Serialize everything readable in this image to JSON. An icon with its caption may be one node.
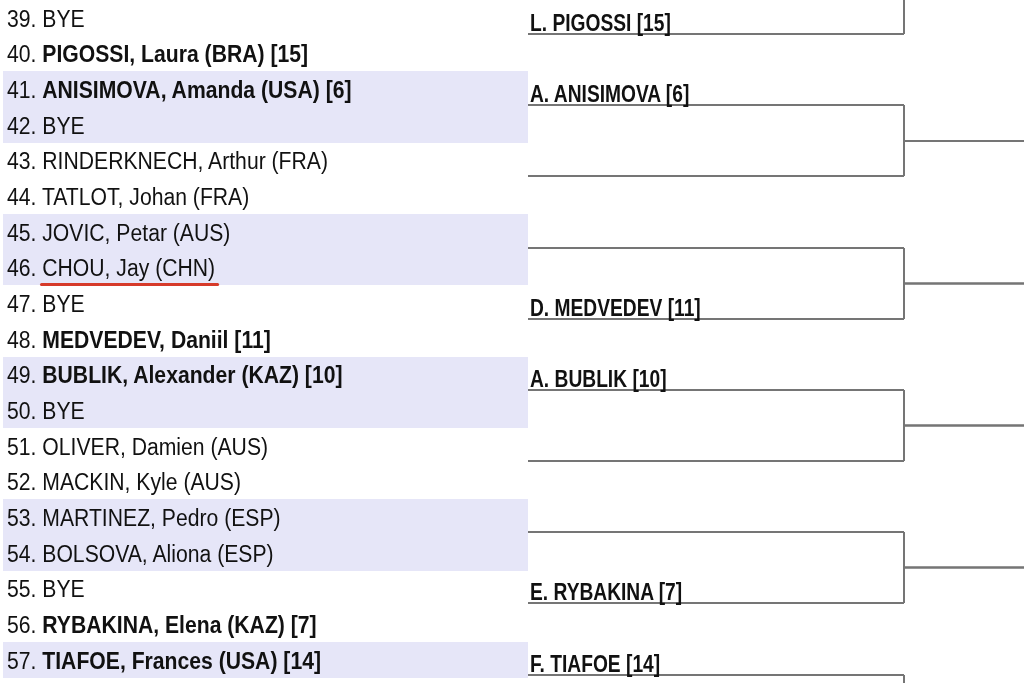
{
  "diagram": {
    "nodes": [
      {
        "text": [
          "L. PIGOSSI [15]"
        ]
      },
      {
        "text": [
          "A. ANISIMOVA [6]"
        ]
      },
      {
        "text": [],
        "shape": "line"
      },
      {
        "text": [],
        "shape": "line"
      },
      {
        "text": [
          "D. MEDVEDEV [11]"
        ]
      },
      {
        "text": [
          "A. BUBLIK [10]"
        ]
      },
      {
        "text": [],
        "shape": "line"
      },
      {
        "text": [],
        "shape": "line"
      },
      {
        "text": [
          "E. RYBAKINA [7]"
        ]
      },
      {
        "text": [
          "F. TIAFOE [14]"
        ]
      }
    ],
    "edges": [
      {
        "from": 0,
        "to": null,
        "arrow": "none"
      },
      {
        "from": 1,
        "to": null,
        "arrow": "none"
      },
      {
        "from": 2,
        "to": null,
        "arrow": "none"
      },
      {
        "from": 3,
        "to": null,
        "arrow": "none"
      },
      {
        "from": 4,
        "to": null,
        "arrow": "none"
      },
      {
        "from": 5,
        "to": null,
        "arrow": "none"
      },
      {
        "from": 6,
        "to": null,
        "arrow": "none"
      },
      {
        "from": 7,
        "to": null,
        "arrow": "none"
      },
      {
        "from": 8,
        "to": null,
        "arrow": "none"
      },
      {
        "from": 9,
        "to": null,
        "arrow": "none"
      }
    ],
    "labels": [
      "39. BYE",
      "40. **PIGOSSI, Laura (BRA) [15]**",
      "41. **ANISIMOVA, Amanda (USA) [6]**",
      "42. BYE",
      "43. RINDERKNECH, Arthur (FRA)",
      "44. TATLOT, Johan (FRA)",
      "45. JOVIC, Petar (AUS)",
      "46. CHOU, Jay (CHN)",
      "47. BYE",
      "48. **MEDVEDEV, Daniil [11]**",
      "49. **BUBLIK, Alexander (KAZ) [10]**",
      "50. BYE",
      "51. OLIVER, Damien (AUS)",
      "52. MACKIN, Kyle (AUS)",
      "53. MARTINEZ, Pedro (ESP)",
      "54. BOLSOVA, Aliona (ESP)",
      "55. BYE",
      "56. **RYBAKINA, Elena (KAZ) [7]**",
      "57. **TIAFOE, Frances (USA) [14]**"
    ]
  }
}
